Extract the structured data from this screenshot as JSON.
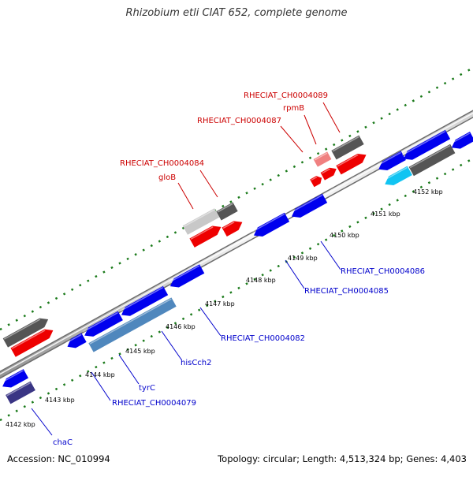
{
  "title": "Rhizobium etli CIAT 652, complete genome",
  "footer": {
    "accession": "Accession: NC_010994",
    "summary": "Topology: circular; Length: 4,513,324 bp; Genes: 4,403"
  },
  "ticks": [
    "4142 kbp",
    "4143 kbp",
    "4144 kbp",
    "4145 kbp",
    "4146 kbp",
    "4147 kbp",
    "4148 kbp",
    "4149 kbp",
    "4150 kbp",
    "4151 kbp",
    "4152 kbp"
  ],
  "upper_labels": [
    "RHECIAT_CH0004084",
    "gloB",
    "RHECIAT_CH0004087",
    "rpmB",
    "RHECIAT_CH0004089"
  ],
  "lower_labels": [
    "chaC",
    "RHECIAT_CH0004079",
    "tyrC",
    "hisCch2",
    "RHECIAT_CH0004082",
    "RHECIAT_CH0004085",
    "RHECIAT_CH0004086"
  ],
  "colors": {
    "forward_label": "#cc0000",
    "reverse_label": "#0000cc",
    "cds_blue": "#0000ee",
    "cds_red": "#ee0000",
    "cds_gray": "#555555",
    "cds_light_blue": "#4f87bd",
    "cds_cyan": "#11c4f2",
    "cds_navy": "#3a3584",
    "cds_light_gray": "#c8c8c8",
    "cds_pink": "#f08080",
    "tick_green": "#1a7a1a"
  }
}
